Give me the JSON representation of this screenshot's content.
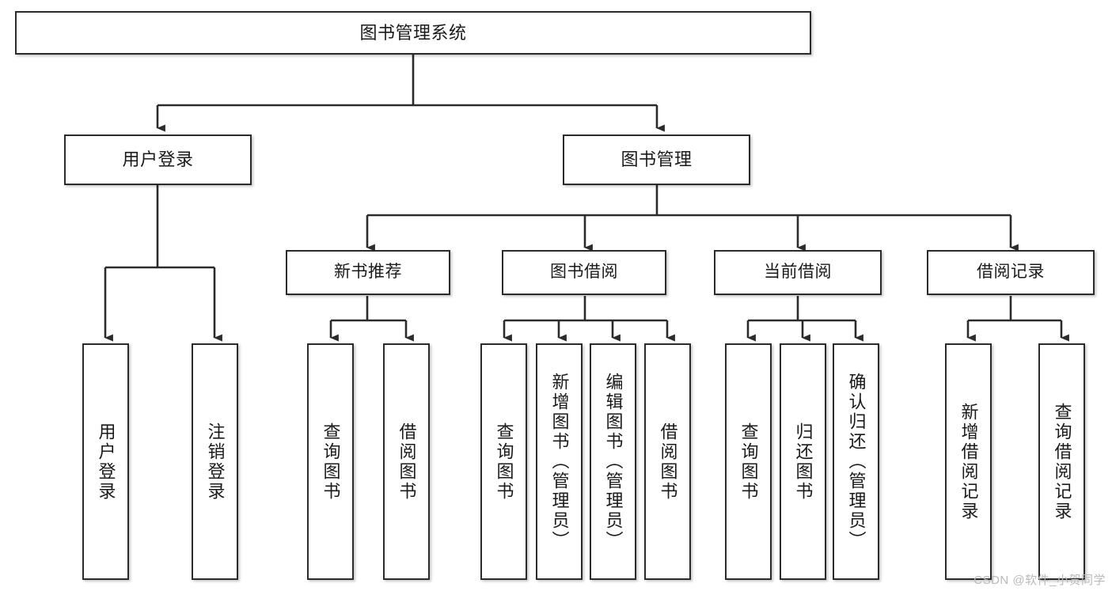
{
  "diagram": {
    "type": "tree",
    "title": "图书管理系统",
    "orientation": "top-down",
    "background_color": "#ffffff",
    "box_border_color": "#2b2b2b",
    "connector_color": "#2b2b2b",
    "text_color": "#1a1a1a",
    "root": {
      "label": "图书管理系统"
    },
    "level2": [
      {
        "label": "用户登录"
      },
      {
        "label": "图书管理"
      }
    ],
    "level3": [
      {
        "label": "新书推荐"
      },
      {
        "label": "图书借阅"
      },
      {
        "label": "当前借阅"
      },
      {
        "label": "借阅记录"
      }
    ],
    "leaves": {
      "user_login": [
        {
          "label": "用户登录"
        },
        {
          "label": "注销登录"
        }
      ],
      "new_book_recommend": [
        {
          "label": "查询图书"
        },
        {
          "label": "借阅图书"
        }
      ],
      "book_borrow": [
        {
          "label": "查询图书"
        },
        {
          "label": "新增图书（管理员）"
        },
        {
          "label": "编辑图书（管理员）"
        },
        {
          "label": "借阅图书"
        }
      ],
      "current_borrow": [
        {
          "label": "查询图书"
        },
        {
          "label": "归还图书"
        },
        {
          "label": "确认归还（管理员）"
        }
      ],
      "borrow_record": [
        {
          "label": "新增借阅记录"
        },
        {
          "label": "查询借阅记录"
        }
      ]
    }
  },
  "watermark": {
    "text": "CSDN @软件_小贺同学"
  }
}
